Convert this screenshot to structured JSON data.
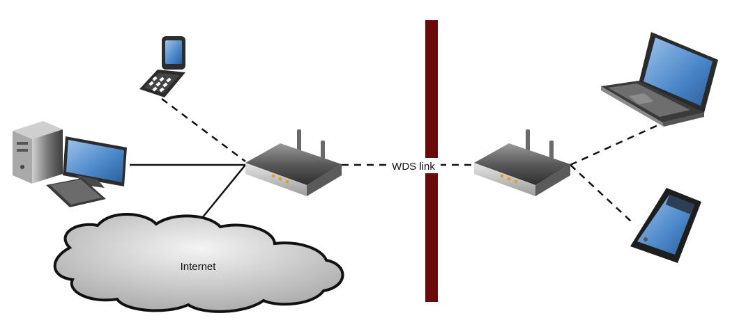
{
  "labels": {
    "wds_link": "WDS link",
    "internet": "Internet"
  },
  "colors": {
    "wall": "#6b0a0a",
    "line": "#111111",
    "device_dark": "#3a3a3a",
    "device_mid": "#8a8a8a",
    "device_light": "#d8d8d8",
    "screen": "#4a86c8",
    "cloud_fill": "#d6d6d6"
  },
  "devices": [
    {
      "icon": "flip-phone-icon"
    },
    {
      "icon": "desktop-computer-icon"
    },
    {
      "icon": "wireless-router-icon"
    },
    {
      "icon": "wireless-router-icon"
    },
    {
      "icon": "laptop-icon"
    },
    {
      "icon": "smartphone-icon"
    },
    {
      "icon": "cloud-icon"
    }
  ],
  "links": [
    {
      "from": "flip-phone",
      "to": "router-main",
      "style": "dashed"
    },
    {
      "from": "desktop-computer",
      "to": "router-main",
      "style": "solid"
    },
    {
      "from": "internet-cloud",
      "to": "router-main",
      "style": "solid"
    },
    {
      "from": "router-main",
      "to": "router-remote",
      "style": "dashed"
    },
    {
      "from": "router-remote",
      "to": "laptop",
      "style": "dashed"
    },
    {
      "from": "router-remote",
      "to": "smartphone",
      "style": "dashed"
    }
  ]
}
